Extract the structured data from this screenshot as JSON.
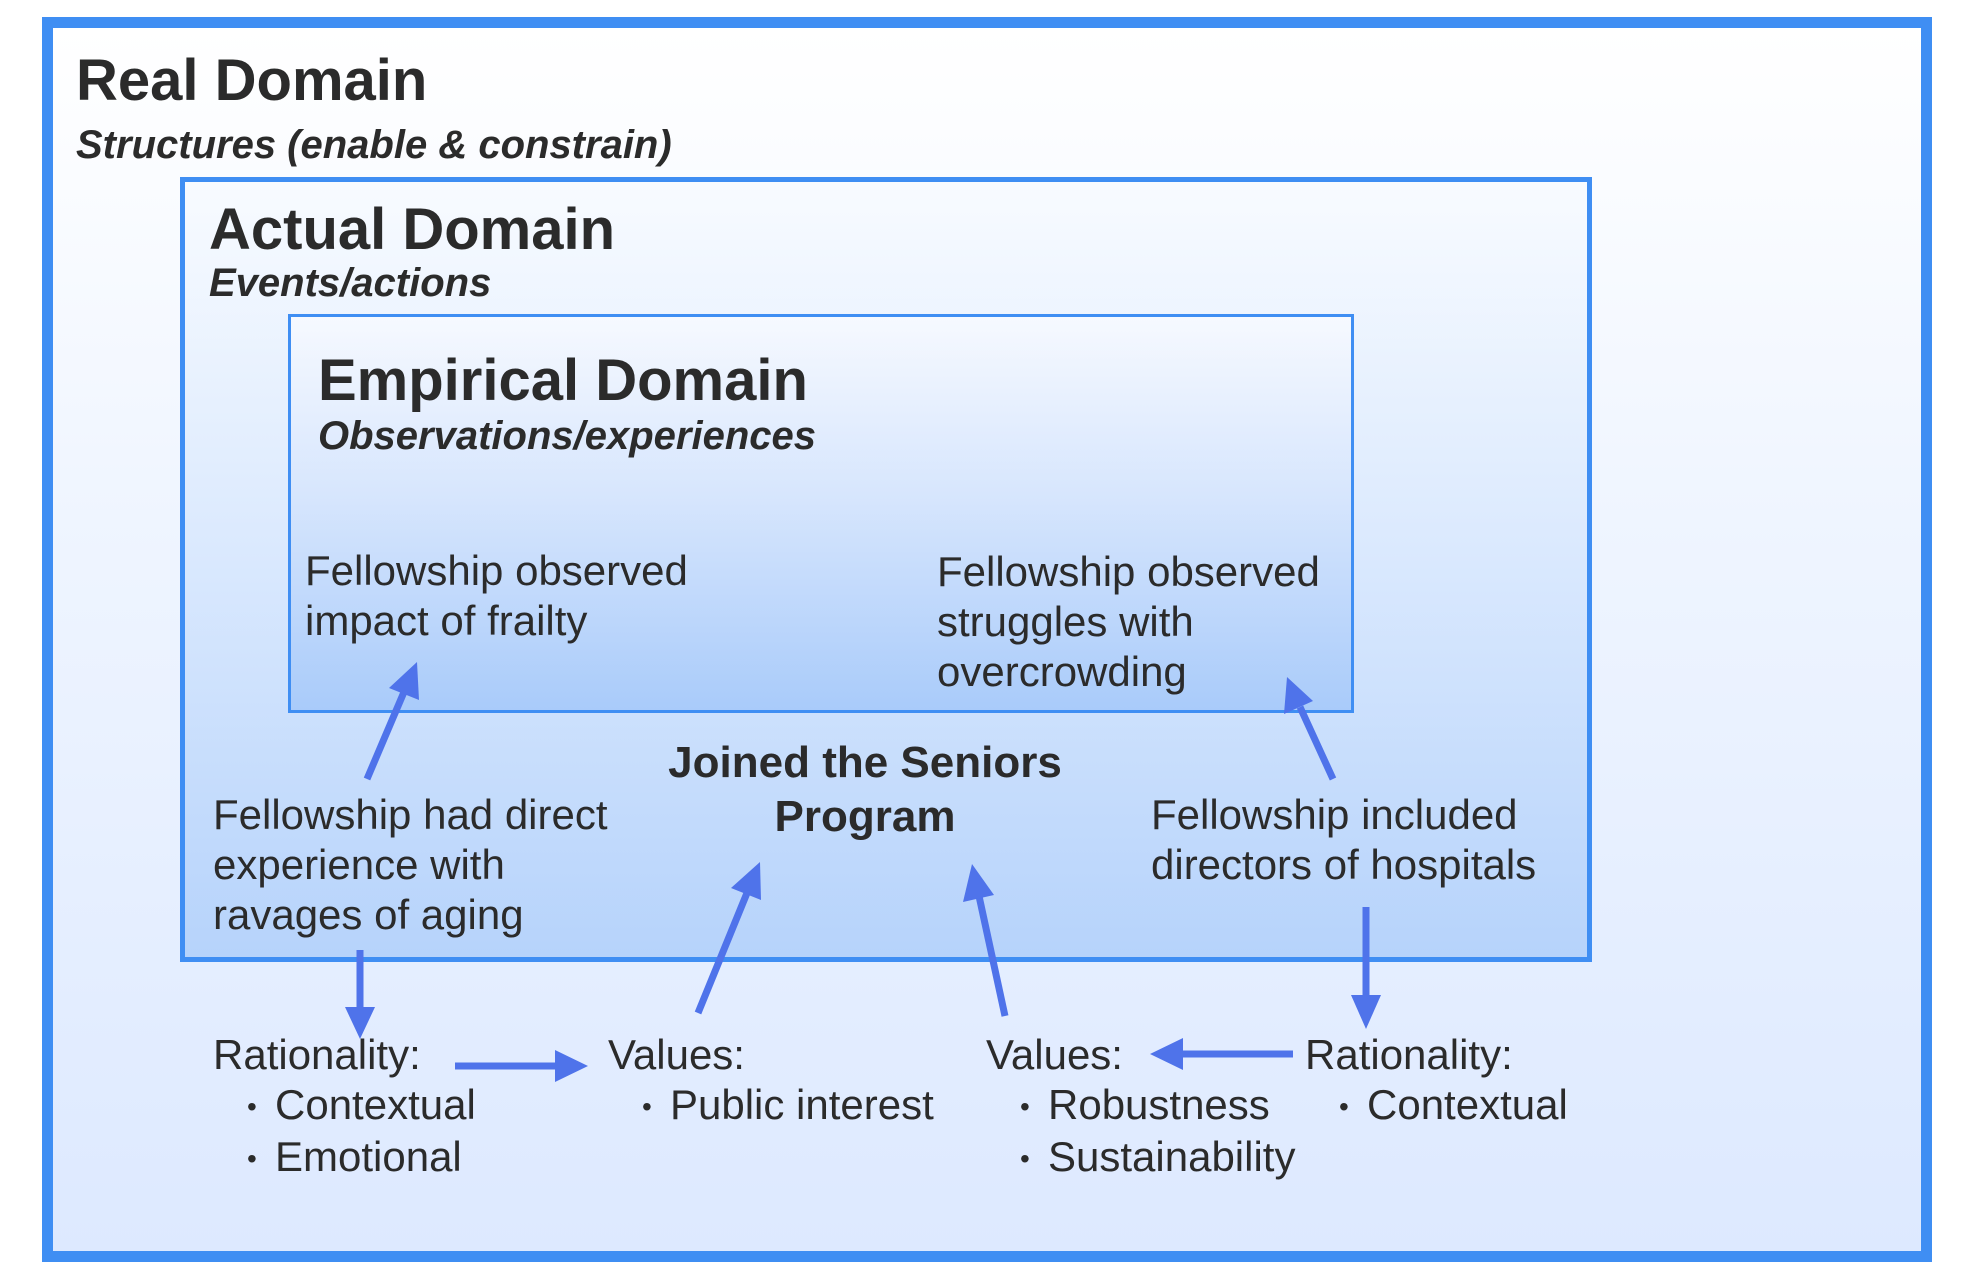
{
  "real_domain": {
    "title": "Real Domain",
    "subtitle": "Structures (enable & constrain)"
  },
  "actual_domain": {
    "title": "Actual Domain",
    "subtitle": "Events/actions"
  },
  "empirical_domain": {
    "title": "Empirical Domain",
    "subtitle": "Observations/experiences"
  },
  "observed_frailty": [
    "Fellowship observed",
    "impact of frailty"
  ],
  "observed_overcrowding": [
    "Fellowship observed",
    "struggles with",
    "overcrowding"
  ],
  "experience_aging": [
    "Fellowship had direct",
    "experience with",
    "ravages of aging"
  ],
  "joined_program": [
    "Joined the Seniors",
    "Program"
  ],
  "directors_hospitals": [
    "Fellowship included",
    "directors of hospitals"
  ],
  "rationality_left": {
    "label": "Rationality:",
    "items": [
      "Contextual",
      "Emotional"
    ]
  },
  "values_left": {
    "label": "Values:",
    "items": [
      "Public interest"
    ]
  },
  "values_right": {
    "label": "Values:",
    "items": [
      "Robustness",
      "Sustainability"
    ]
  },
  "rationality_right": {
    "label": "Rationality:",
    "items": [
      "Contextual"
    ]
  },
  "colors": {
    "border": "#3f8ef3",
    "arrow": "#4f73ea",
    "text": "#2b2b2b"
  }
}
